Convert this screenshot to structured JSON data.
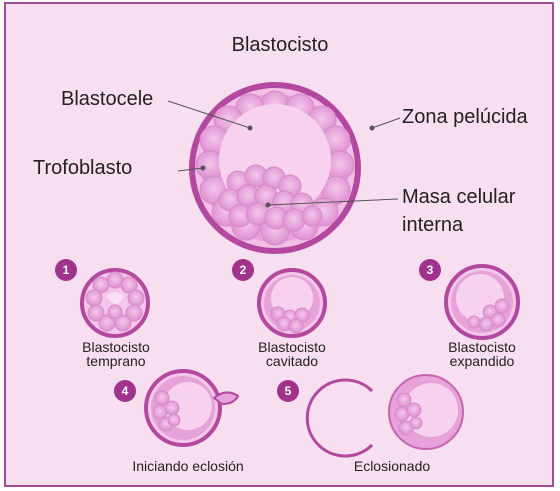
{
  "main": {
    "title": "Blastocisto",
    "labels": {
      "blastocele": "Blastocele",
      "zona": "Zona pelúcida",
      "trofoblasto": "Trofoblasto",
      "masa_line1": "Masa celular",
      "masa_line2": "interna"
    }
  },
  "stages": [
    {
      "number": "1",
      "line1": "Blastocisto",
      "line2": "temprano"
    },
    {
      "number": "2",
      "line1": "Blastocisto",
      "line2": "cavitado"
    },
    {
      "number": "3",
      "line1": "Blastocisto",
      "line2": "expandido"
    },
    {
      "number": "4",
      "line1": "Iniciando eclosión",
      "line2": ""
    },
    {
      "number": "5",
      "line1": "Eclosionado",
      "line2": ""
    }
  ],
  "colors": {
    "background": "#f7dff0",
    "border": "#a24d93",
    "zona": "#b4479f",
    "cell": "#e9a6da",
    "cavity": "#f6d2ee",
    "badge": "#a1338d"
  }
}
